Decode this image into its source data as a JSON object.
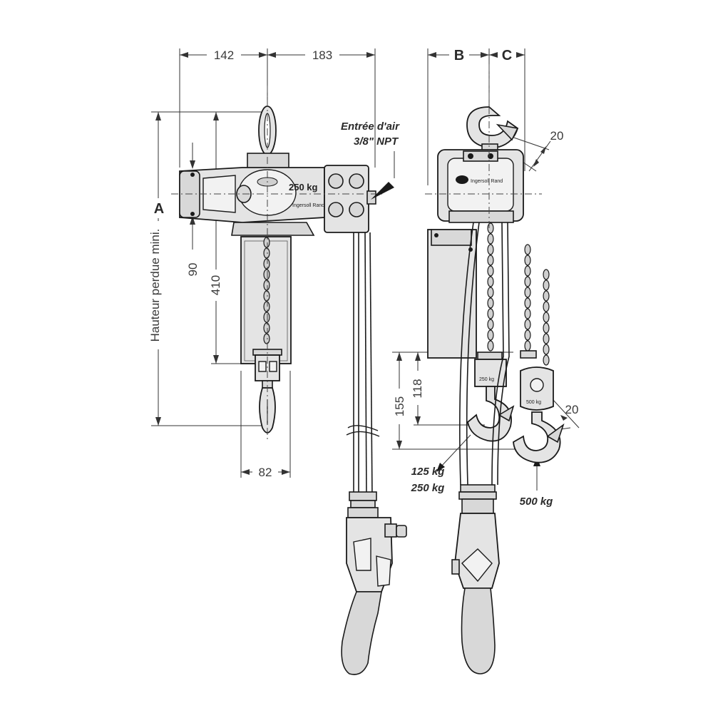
{
  "dimensions": {
    "d142": "142",
    "d183": "183",
    "dB": "B",
    "dC": "C",
    "d20_top": "20",
    "dA": "A",
    "d90": "90",
    "d410": "410",
    "d82": "82",
    "d155": "155",
    "d118": "118",
    "d20_hook": "20"
  },
  "labels": {
    "hauteur": "Hauteur perdue mini.",
    "air_line1": "Entrée d'air",
    "air_line2": "3/8\" NPT",
    "load_125": "125 kg",
    "load_250": "250 kg",
    "load_500": "500 kg",
    "plate_250": "250 kg",
    "plate_brand": "Ingersoll Rand",
    "plate_250_small": "250 kg",
    "plate_500_small": "500 kg"
  }
}
